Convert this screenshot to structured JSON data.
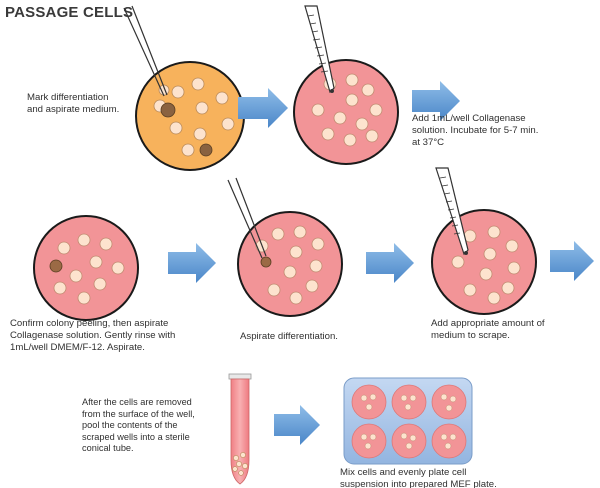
{
  "title": "PASSAGE CELLS",
  "colors": {
    "medium_orange": "#f7b25c",
    "collagenase_pink": "#f29497",
    "colony_fill": "#fde3ce",
    "arrow_blue": "#5b9bd5",
    "plate_blue": "#a9c6ea"
  },
  "steps": [
    {
      "caption": [
        "Mark differentiation",
        "and aspirate medium."
      ]
    },
    {
      "caption": [
        "Add 1mL/well Collagenase",
        "solution. Incubate for 5-7 min.",
        "at 37°C"
      ]
    },
    {
      "caption": [
        "Confirm colony peeling, then aspirate",
        "Collagenase solution.  Gently rinse with",
        "1mL/well DMEM/F-12.  Aspirate."
      ]
    },
    {
      "caption": [
        "Aspirate differentiation."
      ]
    },
    {
      "caption": [
        "Add appropriate amount of",
        "medium to scrape."
      ]
    },
    {
      "caption": [
        "After the cells are removed",
        "from the surface of the well,",
        "pool the contents of the",
        "scraped wells into a sterile",
        "conical tube."
      ]
    },
    {
      "caption": [
        "Mix cells and evenly plate cell",
        "suspension into prepared MEF plate."
      ]
    }
  ]
}
